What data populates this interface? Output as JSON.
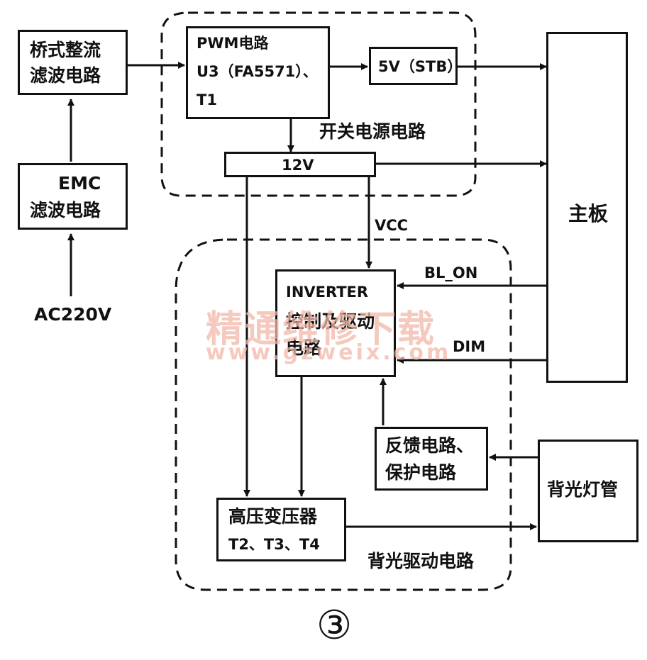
{
  "blocks": {
    "rectifier": [
      "桥式整流",
      "滤波电路"
    ],
    "emc": [
      "EMC",
      "滤波电路"
    ],
    "ac_input": "AC220V",
    "pwm": [
      "PWM电路",
      "U3（FA5571）、",
      "T1"
    ],
    "stb": "5V（STB）",
    "v12": "12V",
    "smps_group": "开关电源电路",
    "mainboard": "主板",
    "vcc": "VCC",
    "bl_on": "BL_ON",
    "dim": "DIM",
    "inverter": [
      "INVERTER",
      "控制及驱动",
      "电路"
    ],
    "feedback": [
      "反馈电路、",
      "保护电路"
    ],
    "backlight_lamp": "背光灯管",
    "hv_transformer": [
      "高压变压器",
      "T2、T3、T4"
    ],
    "backlight_group": "背光驱动电路",
    "figure_number": "③"
  },
  "watermark": {
    "line1": "精通维修下载",
    "line2": "www.gzweix.com"
  }
}
